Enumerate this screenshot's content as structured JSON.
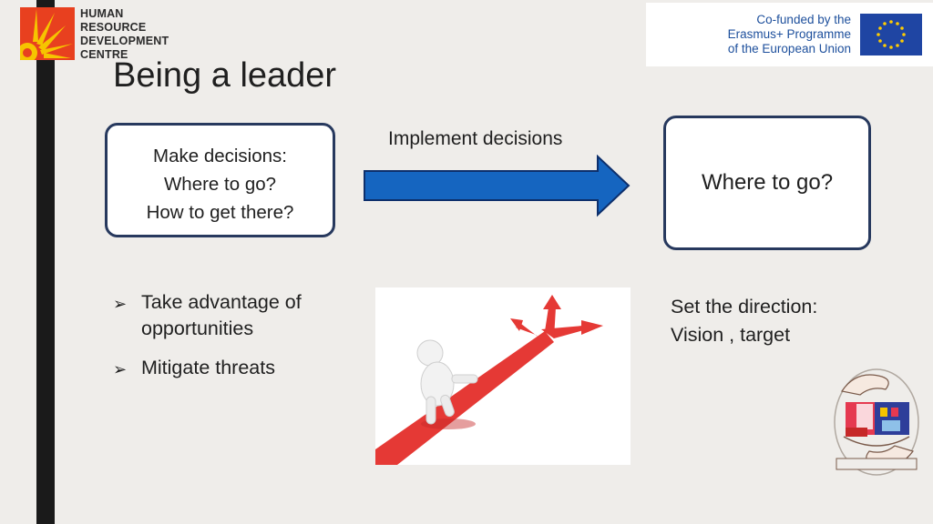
{
  "branding": {
    "org_lines": [
      "HUMAN",
      "RESOURCE",
      "DEVELOPMENT",
      "CENTRE"
    ],
    "eu_lines": [
      "Co-funded by the",
      "Erasmus+ Programme",
      "of the European Union"
    ],
    "accent_colors": {
      "hrdc_red": "#e8401f",
      "hrdc_yellow": "#f6c400",
      "eu_blue": "#1f45a3",
      "eu_star": "#ffcc00"
    }
  },
  "slide": {
    "title": "Being a leader",
    "left_box": {
      "heading": "Make decisions:",
      "line1": "Where to go?",
      "line2": "How to get there?"
    },
    "arrow_label": "Implement decisions",
    "right_box": {
      "text": "Where to go?"
    },
    "bullets": [
      "Take advantage of opportunities",
      "Mitigate threats"
    ],
    "direction": {
      "line1": "Set the direction:",
      "line2": "Vision , target"
    }
  },
  "colors": {
    "box_border": "#27395e",
    "arrow_fill": "#1565c0",
    "arrow_stroke": "#0d2f6b",
    "left_bar": "#1a1a1a",
    "background": "#efedea",
    "path_red": "#e53935"
  },
  "icons": [
    "hrdc-sun-logo",
    "eu-flag-icon",
    "arrow-right-icon",
    "bullet-arrow-icon",
    "crossroads-illustration",
    "hands-house-emblem"
  ]
}
